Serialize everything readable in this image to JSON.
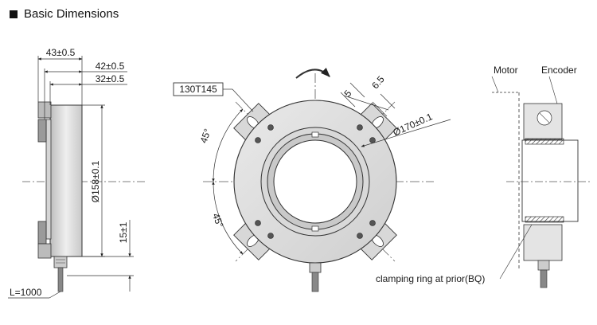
{
  "title": "Basic Dimensions",
  "side_view": {
    "dim_overall": "43±0.5",
    "dim_mid": "42±0.5",
    "dim_inner": "32±0.5",
    "dim_diameter": "Ø158±0.1",
    "dim_offset": "15±1",
    "cable_length": "L=1000"
  },
  "front_view": {
    "model_label": "130T145",
    "angle_upper": "45°",
    "angle_lower": "45°",
    "slot_width": "5",
    "slot_offset": "6.5",
    "bolt_circle": "Ø170±0.1"
  },
  "install_view": {
    "motor_label": "Motor",
    "encoder_label": "Encoder",
    "clamp_label": "clamping ring at prior(BQ)"
  }
}
